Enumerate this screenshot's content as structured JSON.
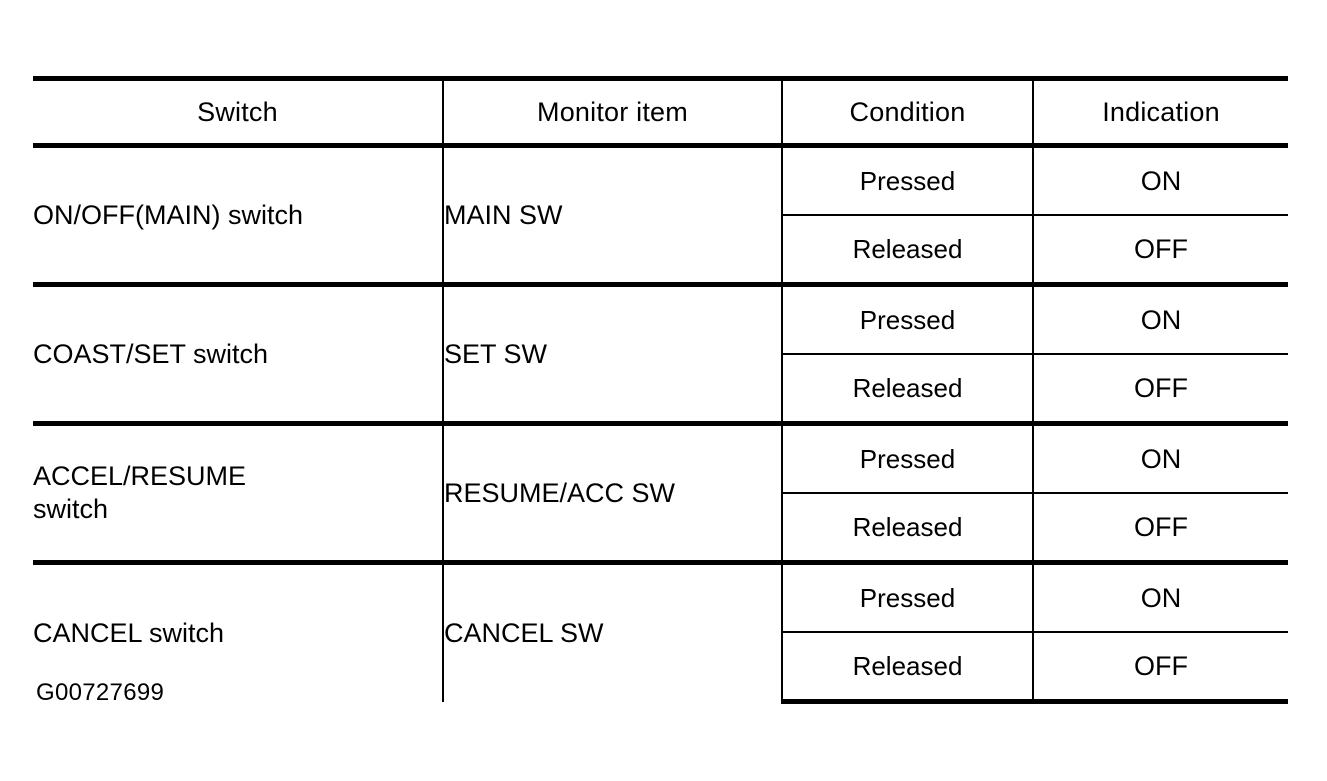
{
  "document": {
    "caption": "G00727699",
    "ink_color": "#000000",
    "page_color": "#ffffff"
  },
  "table": {
    "columns": [
      {
        "key": "switch",
        "label": "Switch"
      },
      {
        "key": "monitor",
        "label": "Monitor item"
      },
      {
        "key": "condition",
        "label": "Condition"
      },
      {
        "key": "indication",
        "label": "Indication"
      }
    ],
    "groups": [
      {
        "switch": "ON/OFF(MAIN) switch",
        "switch_line2": "",
        "monitor": "MAIN SW",
        "rows": [
          {
            "condition": "Pressed",
            "indication": "ON"
          },
          {
            "condition": "Released",
            "indication": "OFF"
          }
        ]
      },
      {
        "switch": "COAST/SET switch",
        "switch_line2": "",
        "monitor": "SET SW",
        "rows": [
          {
            "condition": "Pressed",
            "indication": "ON"
          },
          {
            "condition": "Released",
            "indication": "OFF"
          }
        ]
      },
      {
        "switch": "ACCEL/RESUME",
        "switch_line2": "switch",
        "monitor": "RESUME/ACC SW",
        "rows": [
          {
            "condition": "Pressed",
            "indication": "ON"
          },
          {
            "condition": "Released",
            "indication": "OFF"
          }
        ]
      },
      {
        "switch": "CANCEL switch",
        "switch_line2": "",
        "monitor": "CANCEL SW",
        "rows": [
          {
            "condition": "Pressed",
            "indication": "ON"
          },
          {
            "condition": "Released",
            "indication": "OFF"
          }
        ]
      }
    ]
  }
}
